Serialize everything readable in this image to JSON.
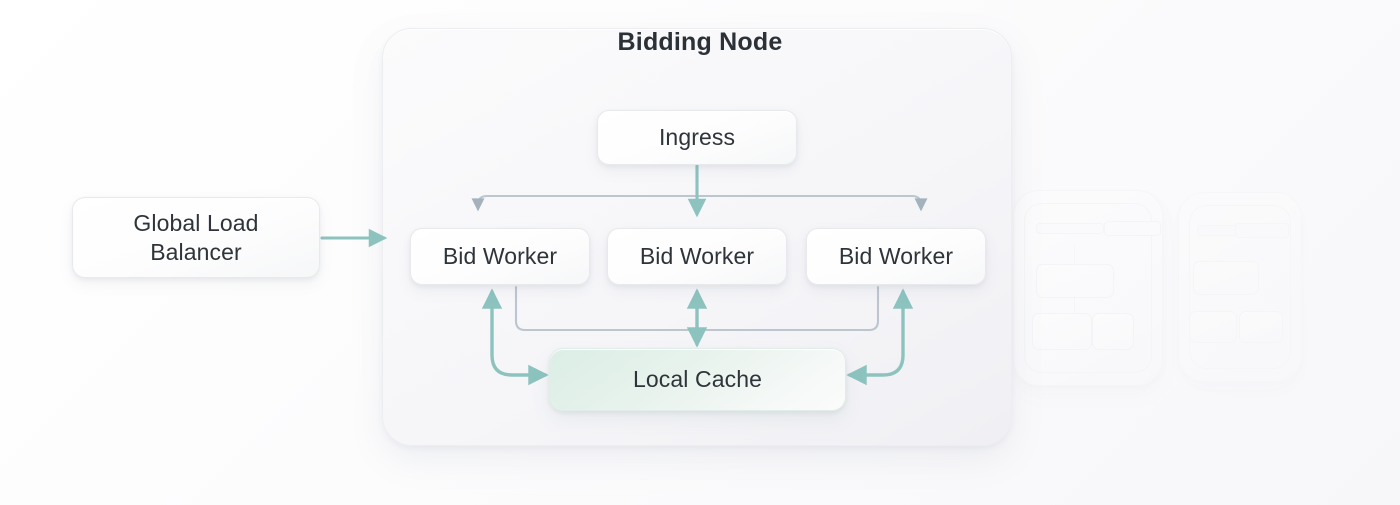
{
  "diagram": {
    "title": "Bidding Node",
    "background_color": "#fcfcfd",
    "accent_teal": "#8dc3bf",
    "accent_gray": "#a3b2bd",
    "card_bg": "#f6f6f9",
    "cache_bg": "#dbeee6"
  },
  "external": {
    "load_balancer": {
      "label_line_1": "Global Load",
      "label_line_2": "Balancer",
      "name": "global-load-balancer"
    }
  },
  "node": {
    "title": "Bidding Node",
    "ingress": {
      "label": "Ingress"
    },
    "workers": [
      {
        "label": "Bid Worker"
      },
      {
        "label": "Bid Worker"
      },
      {
        "label": "Bid Worker"
      }
    ],
    "cache": {
      "label": "Local Cache"
    }
  },
  "connections": [
    {
      "from": "global-load-balancer",
      "to": "bidding-node",
      "style": "teal-arrow",
      "direction": "one-way"
    },
    {
      "from": "ingress",
      "to": "bid-worker-1",
      "style": "gray-arrow",
      "direction": "one-way"
    },
    {
      "from": "ingress",
      "to": "bid-worker-2",
      "style": "teal-arrow",
      "direction": "one-way"
    },
    {
      "from": "ingress",
      "to": "bid-worker-3",
      "style": "gray-arrow",
      "direction": "one-way"
    },
    {
      "from": "bid-worker-1",
      "to": "local-cache",
      "style": "teal-arrow",
      "direction": "two-way"
    },
    {
      "from": "bid-worker-2",
      "to": "local-cache",
      "style": "teal-arrow",
      "direction": "two-way"
    },
    {
      "from": "bid-worker-3",
      "to": "local-cache",
      "style": "teal-arrow",
      "direction": "two-way"
    }
  ],
  "replicas": {
    "count": 2,
    "description": "faded duplicate bidding node cards"
  }
}
